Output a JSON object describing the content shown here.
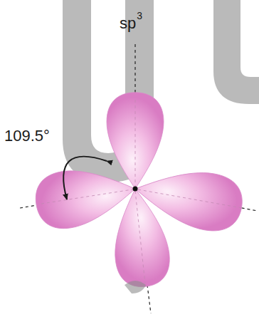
{
  "diagram": {
    "labels": [
      "sp",
      "3",
      "109.5°"
    ]
  }
}
